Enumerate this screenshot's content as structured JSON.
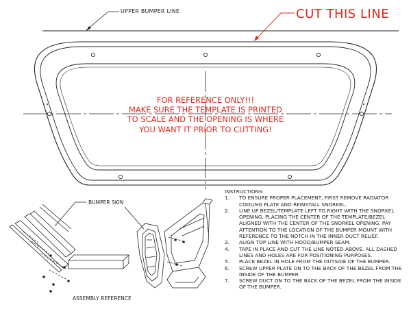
{
  "labels": {
    "upper_bumper_line": "UPPER BUMPER LINE",
    "cut_this_line": "CUT THIS LINE",
    "bumper_skin": "BUMPER SKIN",
    "assembly_reference": "ASSEMBLY REFERENCE"
  },
  "warning": {
    "line1": "FOR REFERENCE ONLY!!!",
    "line2": "MAKE SURE THE TEMPLATE IS PRINTED",
    "line3": "TO SCALE AND THE OPENING IS WHERE",
    "line4": "YOU WANT IT PRIOR TO CUTTING!"
  },
  "instructions": {
    "title": "INSTRUCTIONS:",
    "steps": [
      {
        "num": "1.",
        "text": "TO ENSURE PROPER PLACEMENT, FIRST REMOVE RADIATOR COOLING PLATE AND REINSTALL SNORKEL."
      },
      {
        "num": "2.",
        "text": "LINE UP BEZEL/TEMPLATE LEFT TO RIGHT WITH THE SNORKEL OPENING, PLACING THE CENTER OF THE TEMPLATE/BEZEL ALIGNED WITH THE CENTER OF THE SNORKEL OPENING. PAY ATTENTION TO THE LOCATION OF THE BUMPER MOUNT WITH REFERENCE TO THE NOTCH IN THE INNER DUCT RELIEF."
      },
      {
        "num": "3.",
        "text": "ALIGN TOP LINE WITH HOOD/BUMPER SEAM."
      },
      {
        "num": "4.",
        "text": "TAPE IN PLACE AND CUT THE LINE NOTED ABOVE. ALL DASHED LINES AND HOLES ARE FOR POSITIONING PURPOSES."
      },
      {
        "num": "5.",
        "text": "PLACE BEZEL IN HOLE FROM THE OUTSIDE OF THE BUMPER."
      },
      {
        "num": "6.",
        "text": "SCREW UPPER PLATE ON TO THE BACK OF THE BEZEL FROM THE INSIDE OF THE BUMPER."
      },
      {
        "num": "7.",
        "text": "SCREW DUCT ON TO THE BACK OF THE BEZEL FROM THE INSIDE OF THE BUMPER."
      }
    ]
  },
  "colors": {
    "annotation_red": "#e0261e",
    "line_dark": "#222222"
  }
}
